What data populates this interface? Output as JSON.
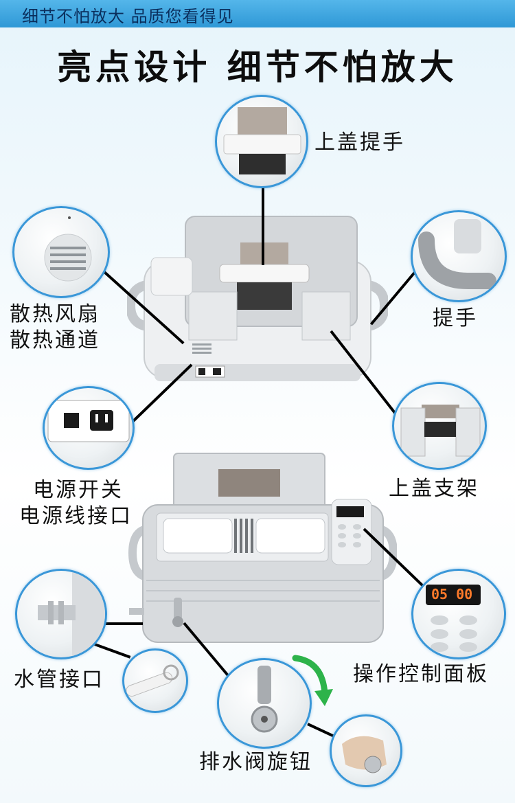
{
  "banner": {
    "text": "细节不怕放大 品质您看得见"
  },
  "headline": "亮点设计 细节不怕放大",
  "callouts": {
    "lid_handle": "上盖提手",
    "fan_line1": "散热风扇",
    "fan_line2": "散热通道",
    "handle": "提手",
    "power_line1": "电源开关",
    "power_line2": "电源线接口",
    "lid_stand": "上盖支架",
    "control_panel": "操作控制面板",
    "water_pipe": "水管接口",
    "drain_knob": "排水阀旋钮"
  },
  "display_reading": "05 00",
  "colors": {
    "accent": "#3a97d8",
    "banner": "#2f98d6",
    "device": "#d6d9dc"
  }
}
